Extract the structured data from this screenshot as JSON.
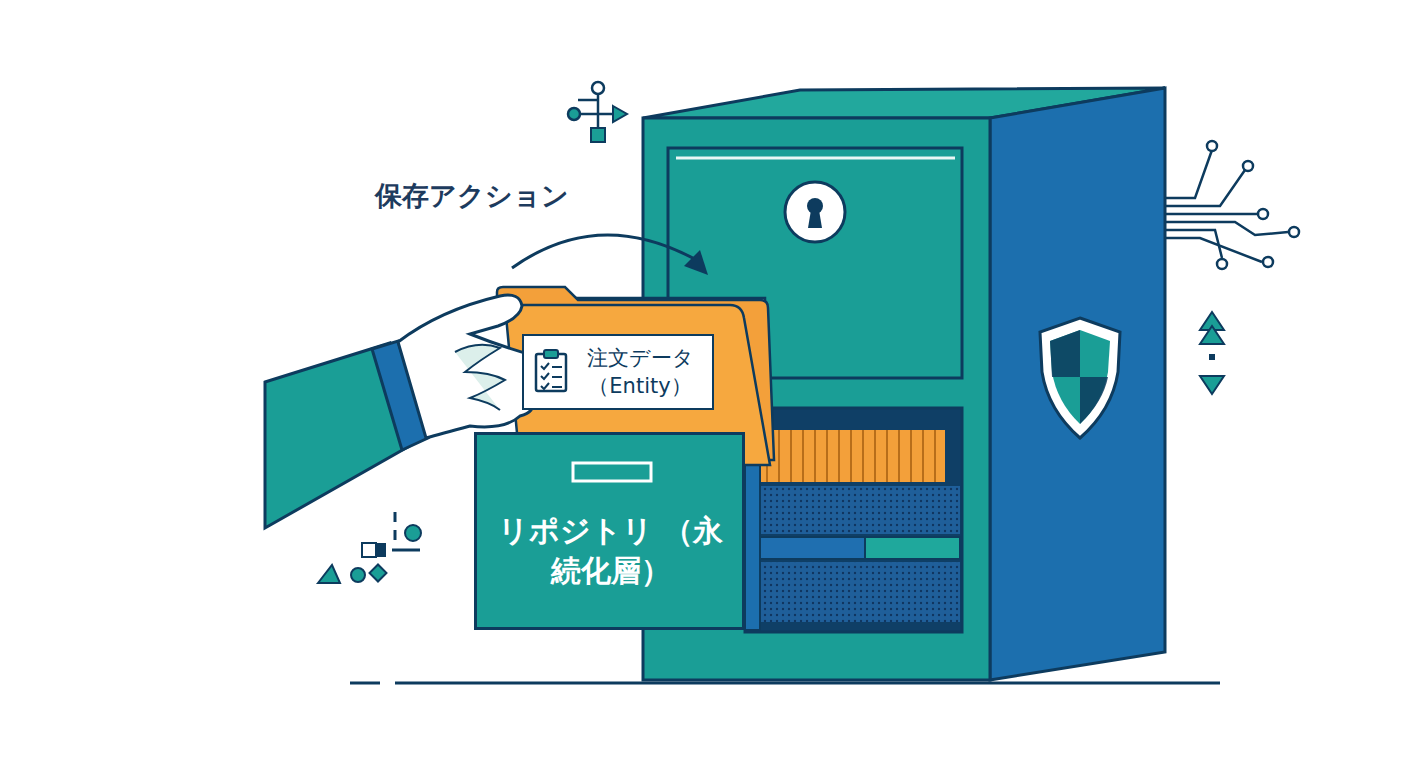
{
  "diagram": {
    "nodes": [
      {
        "text": [
          "注文データ （Entity）"
        ]
      },
      {
        "text": [
          "リポジトリ （永続化層）"
        ]
      }
    ],
    "labels": [
      "保存アクション"
    ]
  }
}
